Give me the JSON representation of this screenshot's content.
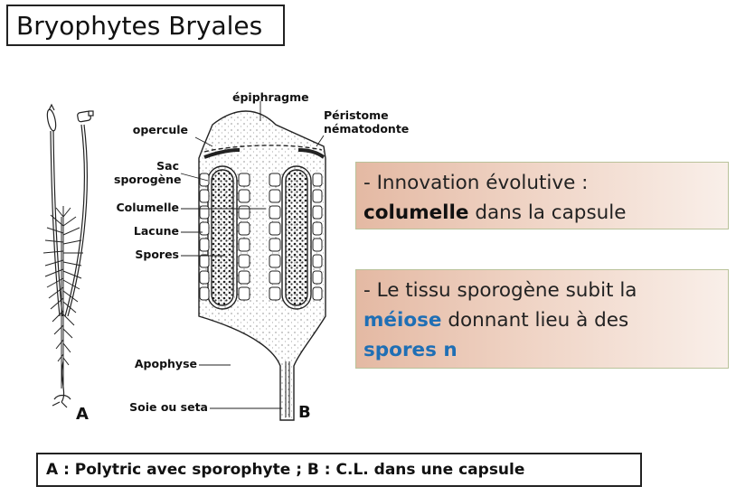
{
  "title": "Bryophytes Bryales",
  "figure": {
    "labels": {
      "epiphragme": "épiphragme",
      "peristome_line1": "Péristome",
      "peristome_line2": "nématodonte",
      "opercule": "opercule",
      "sac_line1": "Sac",
      "sac_line2": "sporogène",
      "columelle": "Columelle",
      "lacune": "Lacune",
      "spores": "Spores",
      "apophyse": "Apophyse",
      "soie": "Soie ou seta"
    },
    "letter_a": "A",
    "letter_b": "B"
  },
  "box1": {
    "line1": "- Innovation évolutive :",
    "keyword": "columelle",
    "rest": " dans la capsule"
  },
  "box2": {
    "line1": "- Le tissu sporogène subit la",
    "keyword1": "méiose",
    "mid": " donnant lieu à des",
    "keyword2": "spores n"
  },
  "caption": "A : Polytric avec sporophyte ;   B : C.L. dans une capsule",
  "colors": {
    "accent_blue": "#1f6fb5",
    "box_fill": "#efd3c4"
  }
}
